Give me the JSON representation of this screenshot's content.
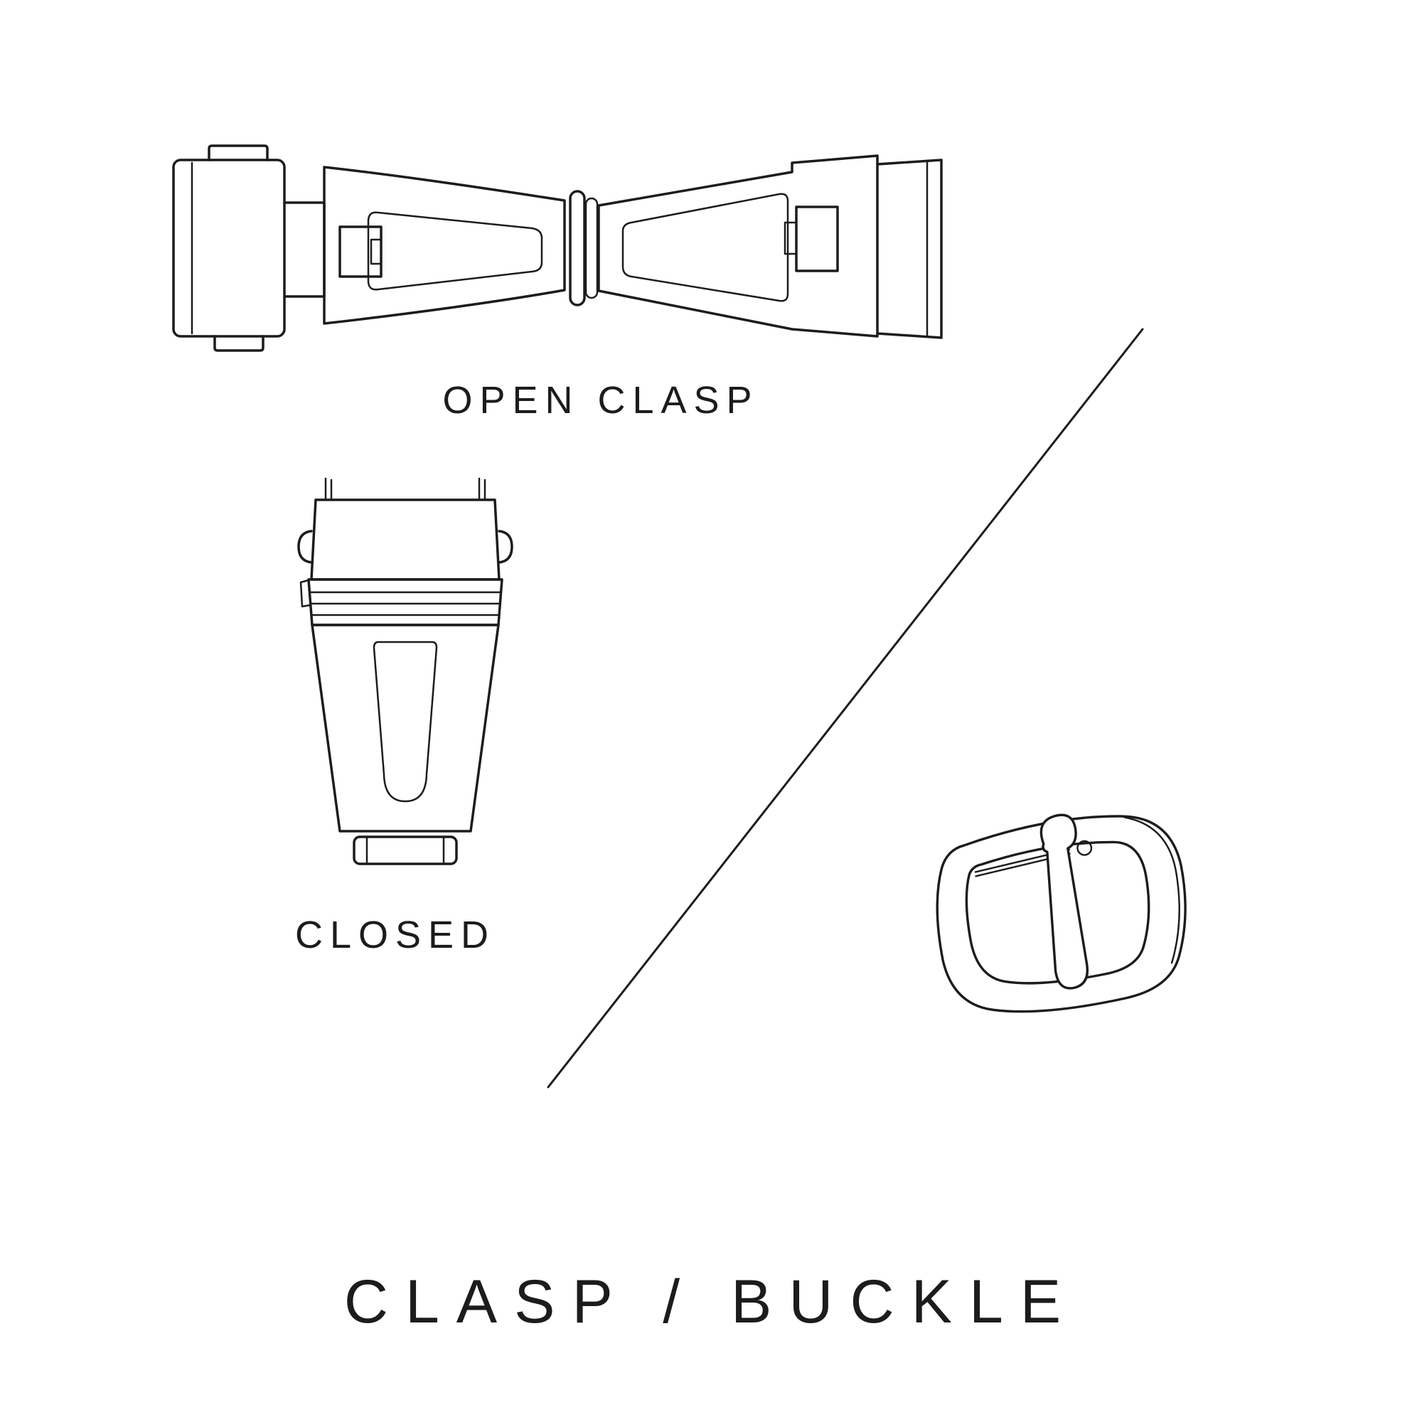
{
  "canvas": {
    "background": "#ffffff",
    "ink": "#1c1c1c"
  },
  "diagram": {
    "title": "CLASP / BUCKLE",
    "items": [
      {
        "id": "open-clasp",
        "label": "OPEN CLASP",
        "illustration": "open-clasp-top-view"
      },
      {
        "id": "closed-clasp",
        "label": "CLOSED",
        "illustration": "closed-clasp-top-view"
      },
      {
        "id": "buckle",
        "label": "",
        "illustration": "tang-buckle"
      }
    ],
    "divider": "diagonal-line"
  }
}
